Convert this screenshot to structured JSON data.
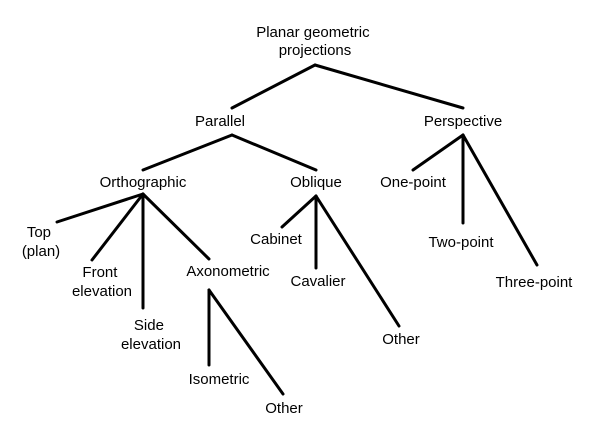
{
  "diagram": {
    "nodes": {
      "root": {
        "lines": [
          "Planar geometric",
          "projections"
        ]
      },
      "parallel": {
        "lines": [
          "Parallel"
        ]
      },
      "perspective": {
        "lines": [
          "Perspective"
        ]
      },
      "orthographic": {
        "lines": [
          "Orthographic"
        ]
      },
      "oblique": {
        "lines": [
          "Oblique"
        ]
      },
      "one_point": {
        "lines": [
          "One-point"
        ]
      },
      "two_point": {
        "lines": [
          "Two-point"
        ]
      },
      "three_point": {
        "lines": [
          "Three-point"
        ]
      },
      "top_plan": {
        "lines": [
          "Top",
          "(plan)"
        ]
      },
      "front_elevation": {
        "lines": [
          "Front",
          "elevation"
        ]
      },
      "side_elevation": {
        "lines": [
          "Side",
          "elevation"
        ]
      },
      "axonometric": {
        "lines": [
          "Axonometric"
        ]
      },
      "isometric": {
        "lines": [
          "Isometric"
        ]
      },
      "axonometric_other": {
        "lines": [
          "Other"
        ]
      },
      "cabinet": {
        "lines": [
          "Cabinet"
        ]
      },
      "cavalier": {
        "lines": [
          "Cavalier"
        ]
      },
      "oblique_other": {
        "lines": [
          "Other"
        ]
      }
    },
    "edges": [
      [
        "root",
        "parallel"
      ],
      [
        "root",
        "perspective"
      ],
      [
        "parallel",
        "orthographic"
      ],
      [
        "parallel",
        "oblique"
      ],
      [
        "perspective",
        "one_point"
      ],
      [
        "perspective",
        "two_point"
      ],
      [
        "perspective",
        "three_point"
      ],
      [
        "orthographic",
        "top_plan"
      ],
      [
        "orthographic",
        "front_elevation"
      ],
      [
        "orthographic",
        "side_elevation"
      ],
      [
        "orthographic",
        "axonometric"
      ],
      [
        "axonometric",
        "isometric"
      ],
      [
        "axonometric",
        "axonometric_other"
      ],
      [
        "oblique",
        "cabinet"
      ],
      [
        "oblique",
        "cavalier"
      ],
      [
        "oblique",
        "oblique_other"
      ]
    ]
  }
}
